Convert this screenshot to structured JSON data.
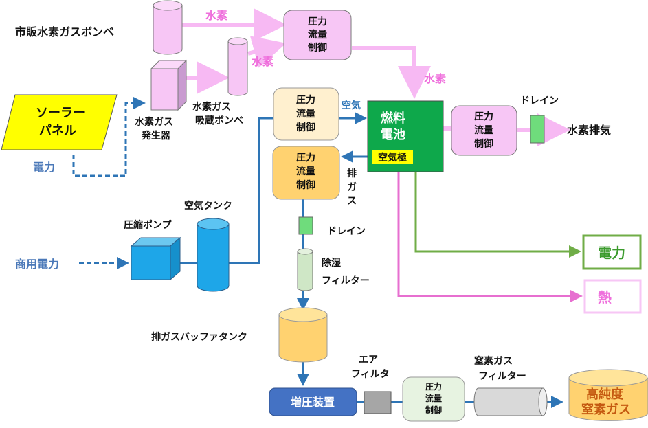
{
  "commercial_h2_cylinder": "市販水素ガスボンベ",
  "hydrogen_label_1": "水素",
  "hydrogen_label_2": "水素",
  "hydrogen_label_3": "水素",
  "pressure_ctrl_top": [
    "圧力",
    "流量",
    "制御"
  ],
  "solar_panel": [
    "ソーラー",
    "パネル"
  ],
  "power_label": "電力",
  "h2_generator": [
    "水素ガス",
    "発生器"
  ],
  "h2_storage": [
    "水素ガス",
    "吸蔵ボンベ"
  ],
  "pressure_ctrl_air": [
    "圧力",
    "流量",
    "制御"
  ],
  "air_label": "空気",
  "fuel_cell": [
    "燃料",
    "電池"
  ],
  "air_electrode": "空気極",
  "pressure_ctrl_h2out": [
    "圧力",
    "流量",
    "制御"
  ],
  "drain_top": "ドレイン",
  "h2_exhaust": "水素排気",
  "pressure_ctrl_exhaust": [
    "圧力",
    "流量",
    "制御"
  ],
  "exhaust_gas_label": [
    "排",
    "ガ",
    "ス"
  ],
  "air_tank": "空気タンク",
  "compressor_pump": "圧縮ポンプ",
  "drain_mid": "ドレイン",
  "commercial_power": "商用電力",
  "dehumidifier": [
    "除湿",
    "フィルター"
  ],
  "output_power": "電力",
  "output_heat": "熱",
  "exhaust_buffer_tank": "排ガスバッファタンク",
  "air_filter": [
    "エア",
    "フィルタ"
  ],
  "nitrogen_filter": [
    "窒素ガス",
    "フィルター"
  ],
  "booster": "増圧装置",
  "pressure_ctrl_bottom": [
    "圧力",
    "流量",
    "制御"
  ],
  "high_purity_n2": [
    "高純度",
    "窒素ガス"
  ],
  "colors": {
    "pink_box": "#f7c6f5",
    "pink_line": "#f7b9f3",
    "pink_text": "#ef6fdc",
    "blue_line": "#2e75b6",
    "blue_text": "#4a78b8",
    "fuel_cell": "#0ea84b",
    "green_line": "#70ad47",
    "cream_box": "#fff0cf",
    "orange_box": "#ffd270",
    "cyan_box": "#1ea6e8",
    "booster": "#4472c4"
  }
}
